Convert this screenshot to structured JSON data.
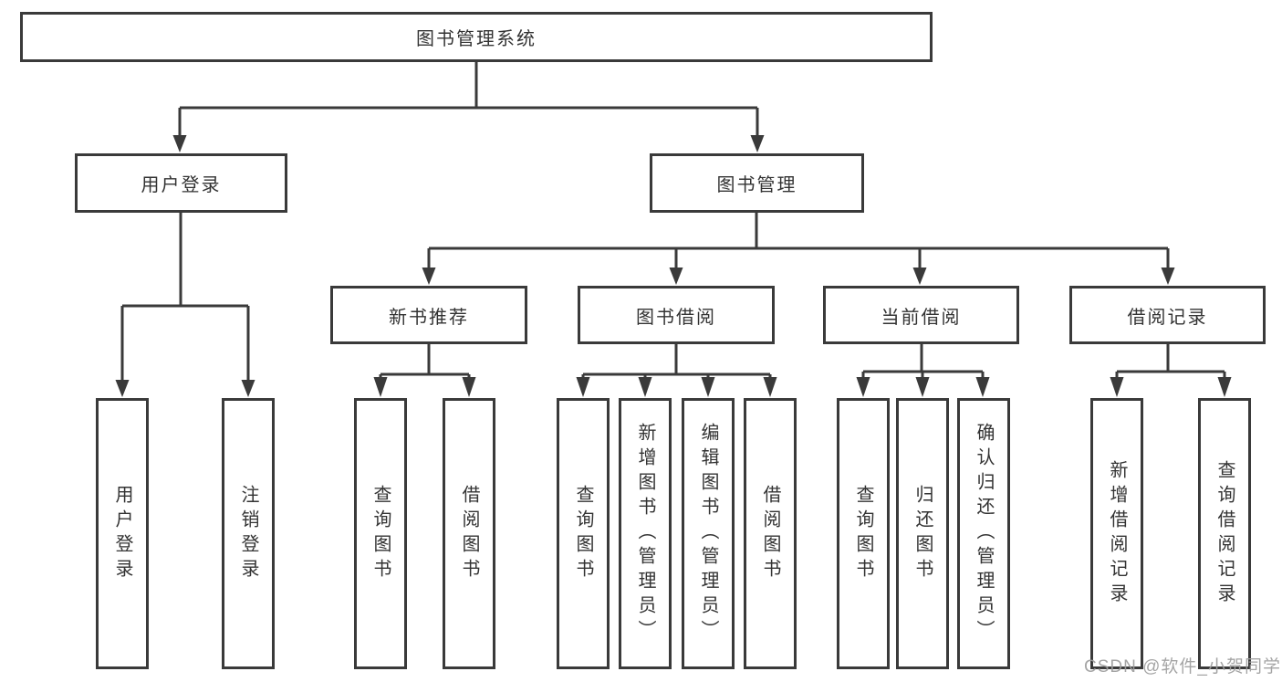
{
  "diagram": {
    "root": {
      "label": "图书管理系统"
    },
    "level2": [
      {
        "label": "用户登录"
      },
      {
        "label": "图书管理"
      }
    ],
    "level3": [
      {
        "label": "新书推荐"
      },
      {
        "label": "图书借阅"
      },
      {
        "label": "当前借阅"
      },
      {
        "label": "借阅记录"
      }
    ],
    "leaves": {
      "login": [
        "用户登录",
        "注销登录"
      ],
      "newbook": [
        "查询图书",
        "借阅图书"
      ],
      "borrow": [
        "查询图书",
        "新增图书（管理员）",
        "编辑图书（管理员）",
        "借阅图书"
      ],
      "current": [
        "查询图书",
        "归还图书",
        "确认归还（管理员）"
      ],
      "records": [
        "新增借阅记录",
        "查询借阅记录"
      ]
    }
  },
  "watermark": "CSDN @软件_小贺同学",
  "colors": {
    "line": "#3a3a3a",
    "box_background": "#ffffff",
    "text": "#333333",
    "watermark": "#9e9e9e"
  }
}
